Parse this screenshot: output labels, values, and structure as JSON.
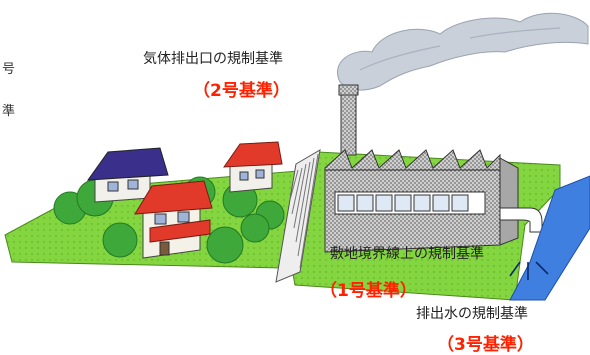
{
  "labels": {
    "exhaust_standard": "気体排出口の規制基準",
    "exhaust_grade": "（2号基準）",
    "boundary_standard": "敷地境界線上の規制基準",
    "boundary_grade": "（1号基準）",
    "effluent_standard": "排出水の規制基準",
    "effluent_grade": "（3号基準）"
  },
  "edge_fragments": {
    "first": "号",
    "second": "準"
  },
  "colors": {
    "grade_text": "#ff2200",
    "smoke": "#c9d0da",
    "lawn": "#7fd13b",
    "water": "#3f7fe0",
    "factory_wall": "#b8b8b8",
    "roof_red": "#e23a2a",
    "roof_purple": "#3a2f8a"
  }
}
